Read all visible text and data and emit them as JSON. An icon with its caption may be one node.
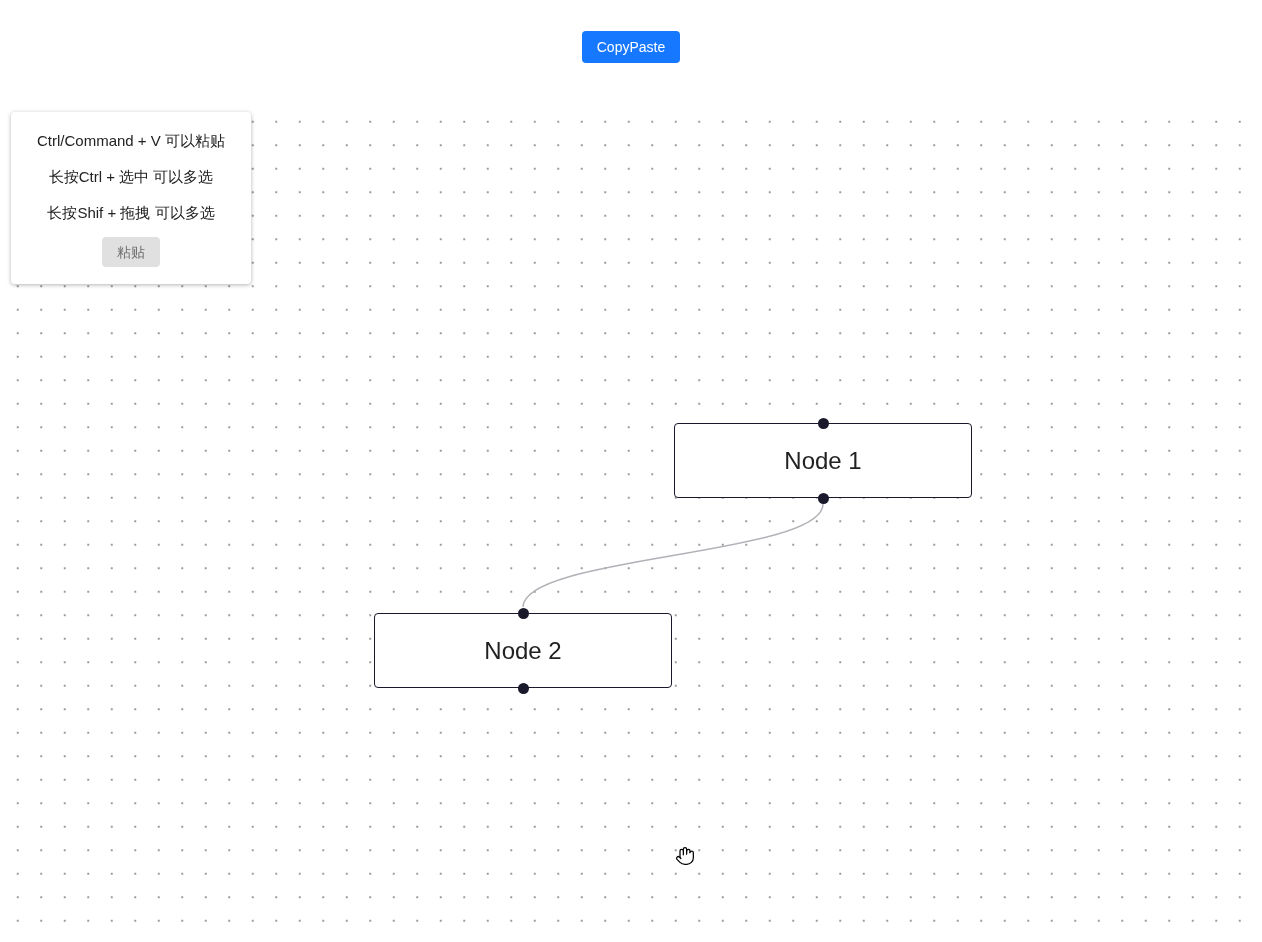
{
  "diagram": {
    "nodes": [
      {
        "text": [
          "Node 1"
        ]
      },
      {
        "text": [
          "Node 2"
        ]
      }
    ],
    "edges": [
      {
        "from": 0,
        "to": 1,
        "arrow": "none"
      }
    ],
    "labels": [
      "CopyPaste",
      "Ctrl/Command + V 可以粘贴",
      "长按Ctrl + 选中 可以多选",
      "长按Shif + 拖拽 可以多选",
      "粘贴"
    ]
  }
}
